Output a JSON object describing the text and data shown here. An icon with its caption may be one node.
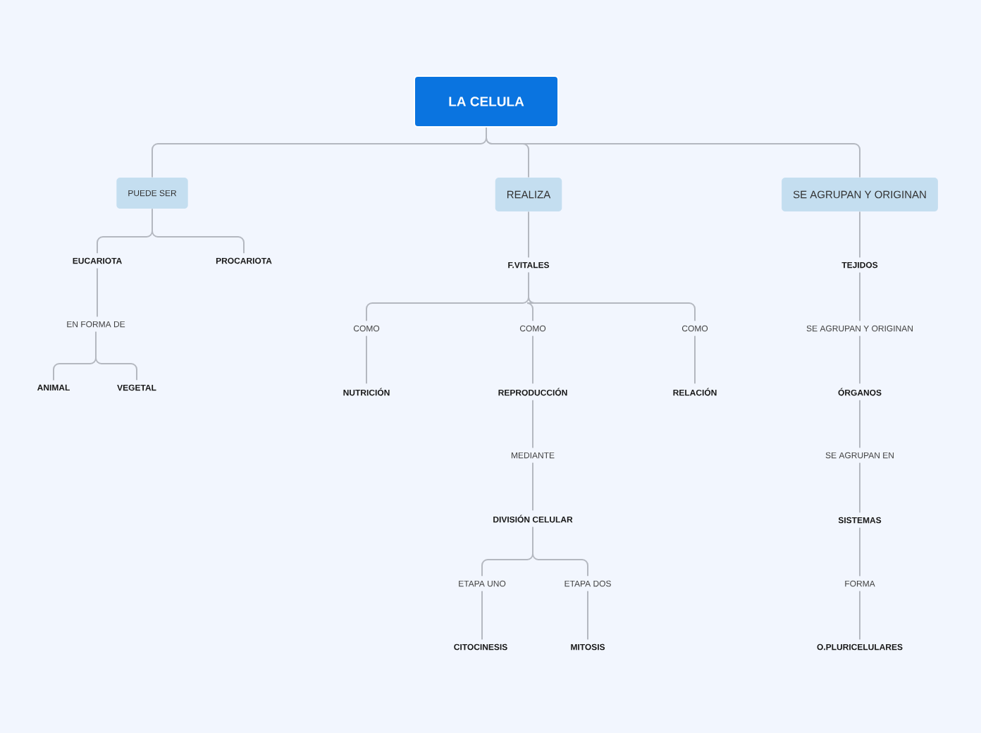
{
  "diagram": {
    "nodes": [
      {
        "text": [
          "LA CELULA"
        ]
      },
      {
        "text": [
          "PUEDE SER"
        ]
      },
      {
        "text": [
          "REALIZA"
        ]
      },
      {
        "text": [
          "SE AGRUPAN Y ORIGINAN"
        ]
      },
      {
        "text": [
          "EUCARIOTA"
        ]
      },
      {
        "text": [
          "PROCARIOTA"
        ]
      },
      {
        "text": [
          "EN FORMA DE"
        ]
      },
      {
        "text": [
          "ANIMAL"
        ]
      },
      {
        "text": [
          "VEGETAL"
        ]
      },
      {
        "text": [
          "F.VITALES"
        ]
      },
      {
        "text": [
          "COMO"
        ]
      },
      {
        "text": [
          "COMO"
        ]
      },
      {
        "text": [
          "COMO"
        ]
      },
      {
        "text": [
          "NUTRICIÓN"
        ]
      },
      {
        "text": [
          "REPRODUCCIÓN"
        ]
      },
      {
        "text": [
          "RELACIÓN"
        ]
      },
      {
        "text": [
          "MEDIANTE"
        ]
      },
      {
        "text": [
          "DIVISIÓN CELULAR"
        ]
      },
      {
        "text": [
          "ETAPA UNO"
        ]
      },
      {
        "text": [
          "ETAPA DOS"
        ]
      },
      {
        "text": [
          "CITOCINESIS"
        ]
      },
      {
        "text": [
          "MITOSIS"
        ]
      },
      {
        "text": [
          "TEJIDOS"
        ]
      },
      {
        "text": [
          "SE AGRUPAN Y ORIGINAN"
        ]
      },
      {
        "text": [
          "ÓRGANOS"
        ]
      },
      {
        "text": [
          "SE AGRUPAN EN"
        ]
      },
      {
        "text": [
          "SISTEMAS"
        ]
      },
      {
        "text": [
          "FORMA"
        ]
      },
      {
        "text": [
          "O.PLURICELULARES"
        ]
      }
    ],
    "edges": [
      {
        "from": 0,
        "to": 1,
        "arrow": "none"
      },
      {
        "from": 0,
        "to": 2,
        "arrow": "none"
      },
      {
        "from": 0,
        "to": 3,
        "arrow": "none"
      },
      {
        "from": 1,
        "to": 4,
        "arrow": "none"
      },
      {
        "from": 1,
        "to": 5,
        "arrow": "none"
      },
      {
        "from": 4,
        "to": 6,
        "arrow": "none"
      },
      {
        "from": 6,
        "to": 7,
        "arrow": "none"
      },
      {
        "from": 6,
        "to": 8,
        "arrow": "none"
      },
      {
        "from": 2,
        "to": 9,
        "arrow": "none"
      },
      {
        "from": 9,
        "to": 10,
        "arrow": "none"
      },
      {
        "from": 9,
        "to": 11,
        "arrow": "none"
      },
      {
        "from": 9,
        "to": 12,
        "arrow": "none"
      },
      {
        "from": 10,
        "to": 13,
        "arrow": "none"
      },
      {
        "from": 11,
        "to": 14,
        "arrow": "none"
      },
      {
        "from": 12,
        "to": 15,
        "arrow": "none"
      },
      {
        "from": 14,
        "to": 16,
        "arrow": "none"
      },
      {
        "from": 16,
        "to": 17,
        "arrow": "none"
      },
      {
        "from": 17,
        "to": 18,
        "arrow": "none"
      },
      {
        "from": 17,
        "to": 19,
        "arrow": "none"
      },
      {
        "from": 18,
        "to": 20,
        "arrow": "none"
      },
      {
        "from": 19,
        "to": 21,
        "arrow": "none"
      },
      {
        "from": 3,
        "to": 22,
        "arrow": "none"
      },
      {
        "from": 22,
        "to": 23,
        "arrow": "none"
      },
      {
        "from": 23,
        "to": 24,
        "arrow": "none"
      },
      {
        "from": 24,
        "to": 25,
        "arrow": "none"
      },
      {
        "from": 25,
        "to": 26,
        "arrow": "none"
      },
      {
        "from": 26,
        "to": 27,
        "arrow": "none"
      },
      {
        "from": 27,
        "to": 28,
        "arrow": "none"
      }
    ]
  }
}
